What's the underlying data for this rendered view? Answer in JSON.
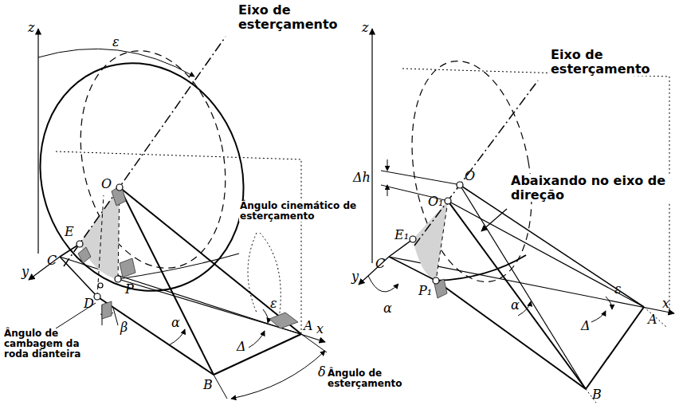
{
  "diagram": {
    "labels": [
      "Eixo de esterçamento",
      "z",
      "ε",
      "O",
      "E",
      "C",
      "y",
      "D",
      "P",
      "β",
      "α",
      "ε",
      "Δ",
      "A",
      "x",
      "B",
      "δ",
      "Ângulo de esterçamento",
      "Ângulo de cambagem da roda dianteira",
      "Ângulo cinemático de esterçamento",
      "Eixo de esterçamento",
      "z",
      "Δh",
      "O",
      "O₁",
      "Abaixando no eixo de direção",
      "E₁",
      "C",
      "y",
      "P₁",
      "α",
      "α",
      "ε",
      "Δ",
      "x",
      "A",
      "B"
    ]
  }
}
